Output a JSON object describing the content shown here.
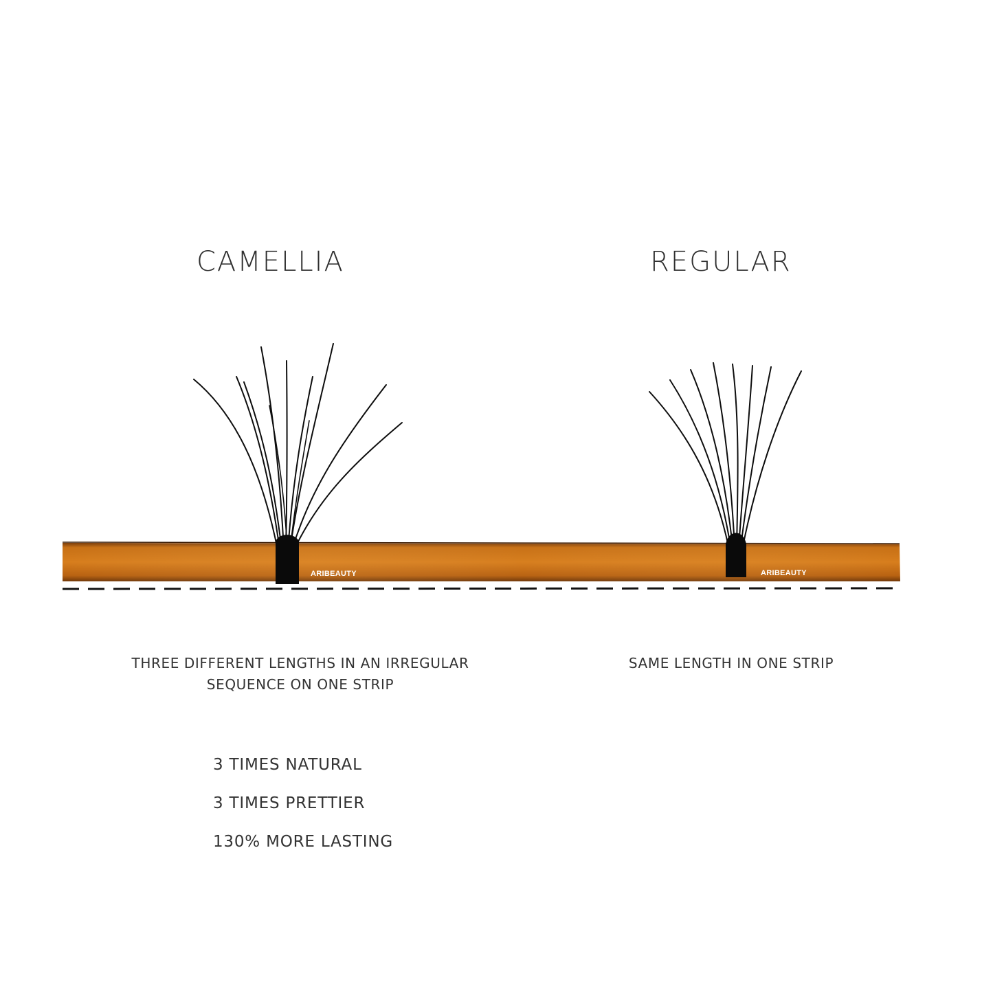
{
  "titles": {
    "left": "CAMELLIA",
    "right": "REGULAR"
  },
  "strip": {
    "brand_left": "ARIBEAUTY",
    "brand_right": "ARIBEAUTY",
    "color": "#c9700f",
    "color_dark": "#9a4e08",
    "lash_color": "#0d0d0d"
  },
  "captions": {
    "left_line1": "THREE DIFFERENT LENGTHS IN AN IRREGULAR",
    "left_line2": "SEQUENCE ON ONE STRIP",
    "right": "SAME LENGTH IN ONE STRIP"
  },
  "benefits": [
    "3 TIMES NATURAL",
    "3 TIMES PRETTIER",
    "130% MORE LASTING"
  ]
}
